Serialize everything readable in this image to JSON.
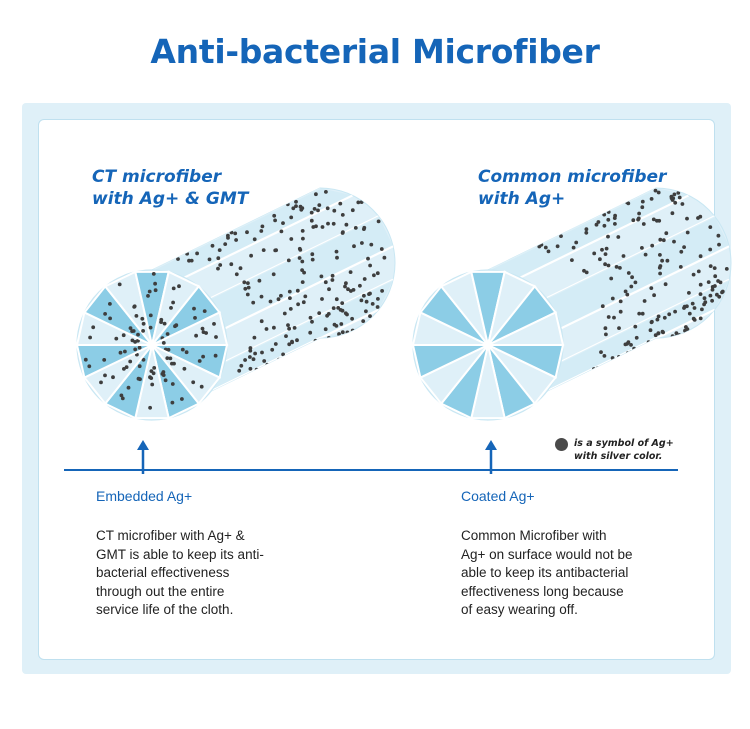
{
  "title": "Anti-bacterial Microfiber",
  "ct_fiber": {
    "title_line1": "CT microfiber",
    "title_line2": "with Ag+ & GMT",
    "caption": "Embedded Ag+",
    "desc_lines": [
      "CT microfiber with Ag+ &",
      "GMT is able to keep its anti-",
      "bacterial effectiveness",
      "through out the entire",
      "service life of the cloth."
    ]
  },
  "common_fiber": {
    "title_line1": "Common microfiber",
    "title_line2": "with Ag+",
    "caption": "Coated Ag+",
    "desc_lines": [
      "Common Microfiber with",
      "Ag+ on surface would not be",
      "able to keep its antibacterial",
      "effectiveness long because",
      "of easy wearing off."
    ]
  },
  "legend": {
    "line1": "is a symbol of Ag+",
    "line2": "with silver color."
  },
  "colors": {
    "brand_blue": "#1565b8",
    "fiber_light": "#dff0f8",
    "fiber_mid": "#8ccde6",
    "silver_dot": "#3e3e3e"
  }
}
